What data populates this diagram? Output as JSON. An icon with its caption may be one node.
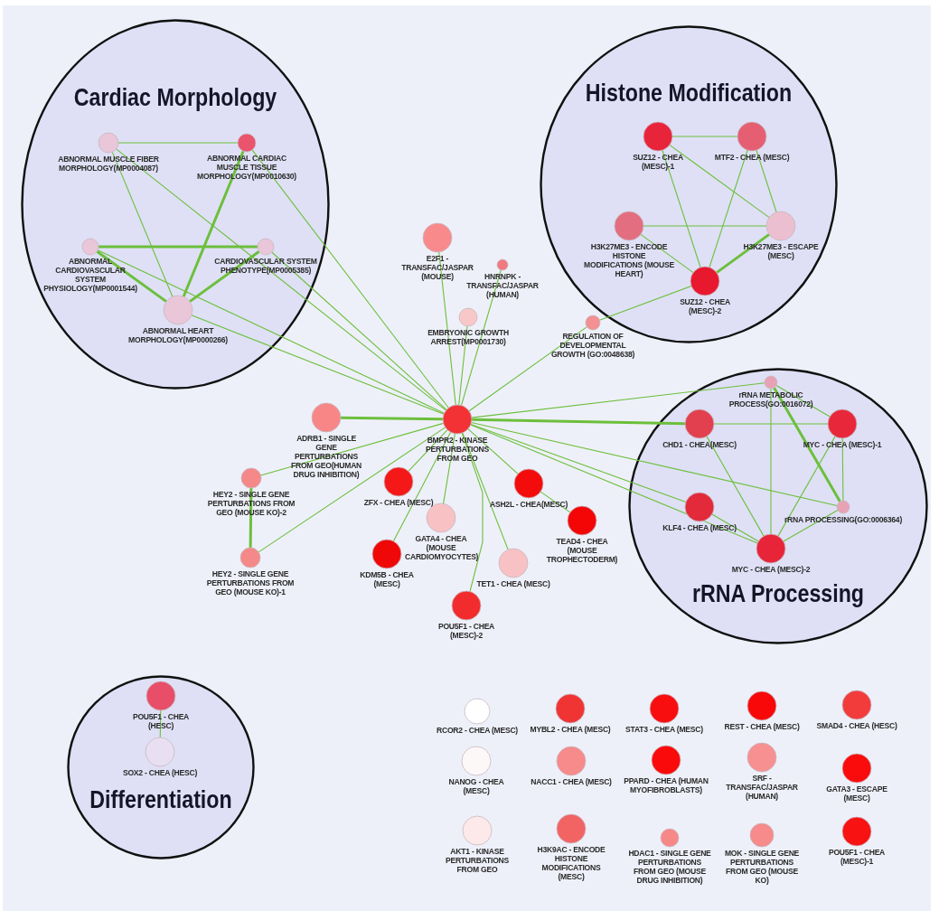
{
  "diagram": {
    "nodes": [
      {
        "text": [
          "Cardiac Morphology"
        ]
      },
      {
        "text": [
          "ABNORMAL MUSCLE FIBER MORPHOLOGY(MP0004087)"
        ],
        "in": 0
      },
      {
        "text": [
          "ABNORMAL CARDIAC MUSCLE TISSUE MORPHOLOGY(MP0010630)"
        ],
        "in": 0
      },
      {
        "text": [
          "ABNORMAL CARDIOVASCULAR SYSTEM PHYSIOLOGY(MP0001544)"
        ],
        "in": 0
      },
      {
        "text": [
          "CARDIOVASCULAR SYSTEM PHENOTYPE(MP0005385)"
        ],
        "in": 0
      },
      {
        "text": [
          "ABNORMAL HEART MORPHOLOGY(MP0000266)"
        ],
        "in": 0
      },
      {
        "text": [
          "Histone Modification"
        ]
      },
      {
        "text": [
          "SUZ12 - CHEA (MESC)-1"
        ],
        "in": 6
      },
      {
        "text": [
          "MTF2 - CHEA (MESC)"
        ],
        "in": 6
      },
      {
        "text": [
          "H3K27ME3 - ENCODE HISTONE MODIFICATIONS (MOUSE HEART)"
        ],
        "in": 6
      },
      {
        "text": [
          "H3K27ME3 - ESCAPE (MESC)"
        ],
        "in": 6
      },
      {
        "text": [
          "SUZ12 - CHEA (MESC)-2"
        ],
        "in": 6
      },
      {
        "text": [
          "E2F1 - TRANSFAC/JASPAR (MOUSE)"
        ]
      },
      {
        "text": [
          "HNRNPK - TRANSFAC/JASPAR (HUMAN)"
        ]
      },
      {
        "text": [
          "EMBRYONIC GROWTH ARREST(MP0001730)"
        ]
      },
      {
        "text": [
          "REGULATION OF DEVELOPMENTAL GROWTH (GO:0048638)"
        ]
      },
      {
        "text": [
          "rRNA Processing"
        ]
      },
      {
        "text": [
          "rRNA METABOLIC PROCESS(GO:0016072)"
        ],
        "in": 16
      },
      {
        "text": [
          "CHD1 - CHEA(MESC)"
        ],
        "in": 16
      },
      {
        "text": [
          "MYC - CHEA (MESC)-1"
        ],
        "in": 16
      },
      {
        "text": [
          "KLF4 - CHEA (MESC)"
        ],
        "in": 16
      },
      {
        "text": [
          "rRNA PROCESSING(GO:0006364)"
        ],
        "in": 16
      },
      {
        "text": [
          "MYC - CHEA (MESC)-2"
        ],
        "in": 16
      },
      {
        "text": [
          "BMPR2 - KINASE PERTURBATIONS FROM GEO"
        ]
      },
      {
        "text": [
          "ADRB1 - SINGLE GENE PERTURBATIONS FROM GEO(HUMAN DRUG INHIBITION)"
        ]
      },
      {
        "text": [
          "HEY2 - SINGLE GENE PERTURBATIONS FROM GEO (MOUSE KO)-2"
        ]
      },
      {
        "text": [
          "ZFX - CHEA (MESC)"
        ]
      },
      {
        "text": [
          "ASH2L - CHEA(MESC)"
        ]
      },
      {
        "text": [
          "GATA4 - CHEA (MOUSE CARDIOMYOCYTES)"
        ]
      },
      {
        "text": [
          "TEAD4 - CHEA (MOUSE TROPHECTODERM)"
        ]
      },
      {
        "text": [
          "HEY2 - SINGLE GENE PERTURBATIONS FROM GEO (MOUSE KO)-1"
        ]
      },
      {
        "text": [
          "KDM5B - CHEA (MESC)"
        ]
      },
      {
        "text": [
          "TET1 - CHEA (MESC)"
        ]
      },
      {
        "text": [
          "POU5F1 - CHEA (MESC)-2"
        ]
      },
      {
        "text": [
          "Differentiation"
        ]
      },
      {
        "text": [
          "POU5F1 - CHEA (HESC)"
        ],
        "in": 34
      },
      {
        "text": [
          "SOX2 - CHEA (HESC)"
        ],
        "in": 34
      },
      {
        "text": [
          "RCOR2 - CHEA (MESC)"
        ]
      },
      {
        "text": [
          "MYBL2 - CHEA (MESC)"
        ]
      },
      {
        "text": [
          "STAT3 - CHEA (MESC)"
        ]
      },
      {
        "text": [
          "REST - CHEA (MESC)"
        ]
      },
      {
        "text": [
          "SMAD4 - CHEA (HESC)"
        ]
      },
      {
        "text": [
          "NANOG - CHEA (MESC)"
        ]
      },
      {
        "text": [
          "NACC1 - CHEA (MESC)"
        ]
      },
      {
        "text": [
          "PPARD - CHEA (HUMAN MYOFIBROBLASTS)"
        ]
      },
      {
        "text": [
          "SRF - TRANSFAC/JASPAR (HUMAN)"
        ]
      },
      {
        "text": [
          "GATA3 - ESCAPE (MESC)"
        ]
      },
      {
        "text": [
          "AKT1 - KINASE PERTURBATIONS FROM GEO"
        ]
      },
      {
        "text": [
          "H3K9AC - ENCODE HISTONE MODIFICATIONS (MESC)"
        ]
      },
      {
        "text": [
          "HDAC1 - SINGLE GENE PERTURBATIONS FROM GEO (MOUSE DRUG INHIBITION)"
        ]
      },
      {
        "text": [
          "MOK - SINGLE GENE PERTURBATIONS FROM GEO (MOUSE KO)"
        ]
      },
      {
        "text": [
          "POU5F1 - CHEA (MESC)-1"
        ]
      }
    ],
    "edges": [
      {
        "from": 1,
        "to": 2,
        "arrow": "none"
      },
      {
        "from": 1,
        "to": 5,
        "arrow": "none"
      },
      {
        "from": 2,
        "to": 5,
        "arrow": "none",
        "style": "thick"
      },
      {
        "from": 3,
        "to": 4,
        "arrow": "none",
        "style": "thick"
      },
      {
        "from": 3,
        "to": 5,
        "arrow": "none",
        "style": "thick"
      },
      {
        "from": 4,
        "to": 5,
        "arrow": "none",
        "style": "thick"
      },
      {
        "from": 1,
        "to": 23,
        "arrow": "none"
      },
      {
        "from": 2,
        "to": 23,
        "arrow": "none"
      },
      {
        "from": 3,
        "to": 23,
        "arrow": "none"
      },
      {
        "from": 4,
        "to": 23,
        "arrow": "none"
      },
      {
        "from": 5,
        "to": 23,
        "arrow": "none"
      },
      {
        "from": 7,
        "to": 8,
        "arrow": "none"
      },
      {
        "from": 7,
        "to": 10,
        "arrow": "none"
      },
      {
        "from": 7,
        "to": 11,
        "arrow": "none"
      },
      {
        "from": 8,
        "to": 11,
        "arrow": "none"
      },
      {
        "from": 8,
        "to": 10,
        "arrow": "none"
      },
      {
        "from": 9,
        "to": 10,
        "arrow": "none"
      },
      {
        "from": 9,
        "to": 11,
        "arrow": "none"
      },
      {
        "from": 10,
        "to": 11,
        "arrow": "none",
        "style": "thick"
      },
      {
        "from": 15,
        "to": 11,
        "arrow": "none"
      },
      {
        "from": 12,
        "to": 23,
        "arrow": "none"
      },
      {
        "from": 13,
        "to": 23,
        "arrow": "none"
      },
      {
        "from": 14,
        "to": 23,
        "arrow": "none"
      },
      {
        "from": 15,
        "to": 23,
        "arrow": "none"
      },
      {
        "from": 23,
        "to": 17,
        "arrow": "none"
      },
      {
        "from": 23,
        "to": 18,
        "arrow": "none",
        "style": "thick"
      },
      {
        "from": 23,
        "to": 21,
        "arrow": "none"
      },
      {
        "from": 23,
        "to": 20,
        "arrow": "none"
      },
      {
        "from": 23,
        "to": 22,
        "arrow": "none"
      },
      {
        "from": 17,
        "to": 19,
        "arrow": "none"
      },
      {
        "from": 17,
        "to": 22,
        "arrow": "none"
      },
      {
        "from": 17,
        "to": 21,
        "arrow": "none",
        "style": "thick"
      },
      {
        "from": 18,
        "to": 19,
        "arrow": "none"
      },
      {
        "from": 18,
        "to": 22,
        "arrow": "none"
      },
      {
        "from": 19,
        "to": 21,
        "arrow": "none"
      },
      {
        "from": 19,
        "to": 22,
        "arrow": "none"
      },
      {
        "from": 20,
        "to": 22,
        "arrow": "none"
      },
      {
        "from": 21,
        "to": 22,
        "arrow": "none"
      },
      {
        "from": 24,
        "to": 23,
        "arrow": "none",
        "style": "thick"
      },
      {
        "from": 25,
        "to": 23,
        "arrow": "none"
      },
      {
        "from": 30,
        "to": 23,
        "arrow": "none"
      },
      {
        "from": 25,
        "to": 30,
        "arrow": "none",
        "style": "thick"
      },
      {
        "from": 26,
        "to": 23,
        "arrow": "none"
      },
      {
        "from": 31,
        "to": 23,
        "arrow": "none"
      },
      {
        "from": 28,
        "to": 23,
        "arrow": "none"
      },
      {
        "from": 33,
        "to": 23,
        "arrow": "none"
      },
      {
        "from": 32,
        "to": 23,
        "arrow": "none"
      },
      {
        "from": 27,
        "to": 23,
        "arrow": "none"
      },
      {
        "from": 27,
        "to": 29,
        "arrow": "none"
      },
      {
        "from": 35,
        "to": 36,
        "arrow": "none"
      }
    ]
  }
}
